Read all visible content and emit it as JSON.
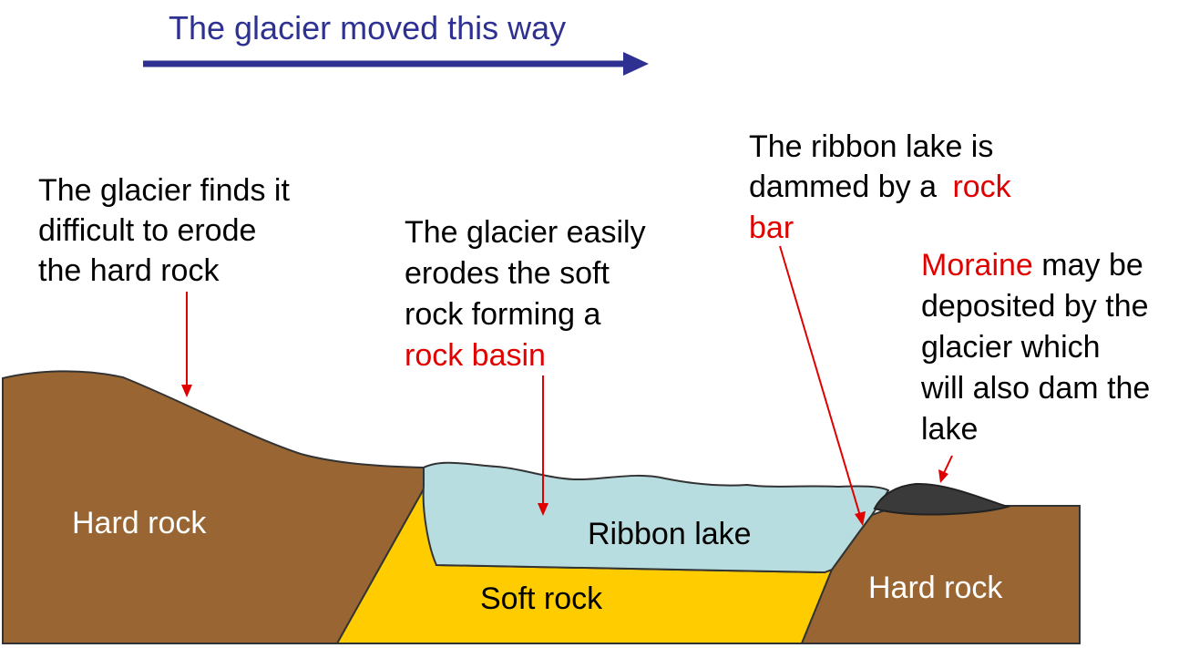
{
  "title": "The glacier moved this way",
  "colors": {
    "arrow": "#2e3192",
    "hard_rock": "#996633",
    "soft_rock": "#ffcc00",
    "lake": "#b7dde0",
    "moraine": "#3a3a3a",
    "annotation": "#e00000"
  },
  "labels": {
    "hard_rock_left": "Hard rock",
    "hard_rock_right": "Hard rock",
    "soft_rock": "Soft rock",
    "ribbon_lake": "Ribbon lake"
  },
  "notes": {
    "hard_rock": {
      "line1": "The glacier finds it",
      "line2": "difficult to erode",
      "line3": "the hard rock"
    },
    "rock_basin": {
      "line1": "The glacier easily",
      "line2": "erodes the soft",
      "line3": "rock forming a",
      "line4": "rock basin"
    },
    "rock_bar": {
      "line1": "The ribbon lake is",
      "line2": "dammed by a ",
      "line2_highlight": "rock",
      "line3": "bar"
    },
    "moraine": {
      "line1_highlight": "Moraine",
      "line1": " may be",
      "line2": "deposited by the",
      "line3": "glacier which",
      "line4": "will also dam the",
      "line5": "lake"
    }
  }
}
